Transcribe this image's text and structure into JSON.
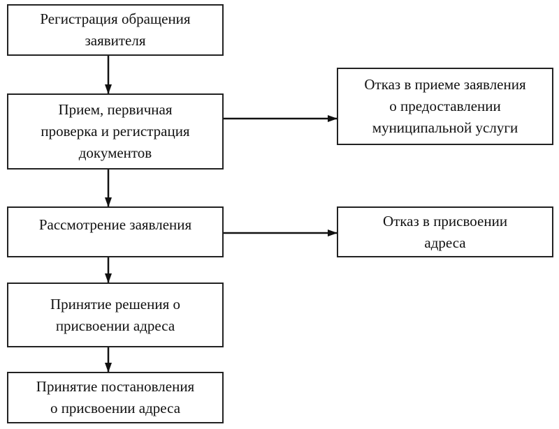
{
  "diagram": {
    "steps": [
      {
        "lines": [
          "Регистрация обращения",
          "заявителя"
        ]
      },
      {
        "lines": [
          "Прием, первичная",
          "проверка и регистрация",
          "документов"
        ]
      },
      {
        "lines": [
          "Рассмотрение заявления"
        ]
      },
      {
        "lines": [
          "Принятие решения о",
          "присвоении адреса"
        ]
      },
      {
        "lines": [
          "Принятие постановления",
          "о присвоении адреса"
        ]
      }
    ],
    "branches": [
      {
        "lines": [
          "Отказ в приеме заявления",
          "о предоставлении",
          "муниципальной услуги"
        ]
      },
      {
        "lines": [
          "Отказ в присвоении",
          "адреса"
        ]
      }
    ]
  }
}
